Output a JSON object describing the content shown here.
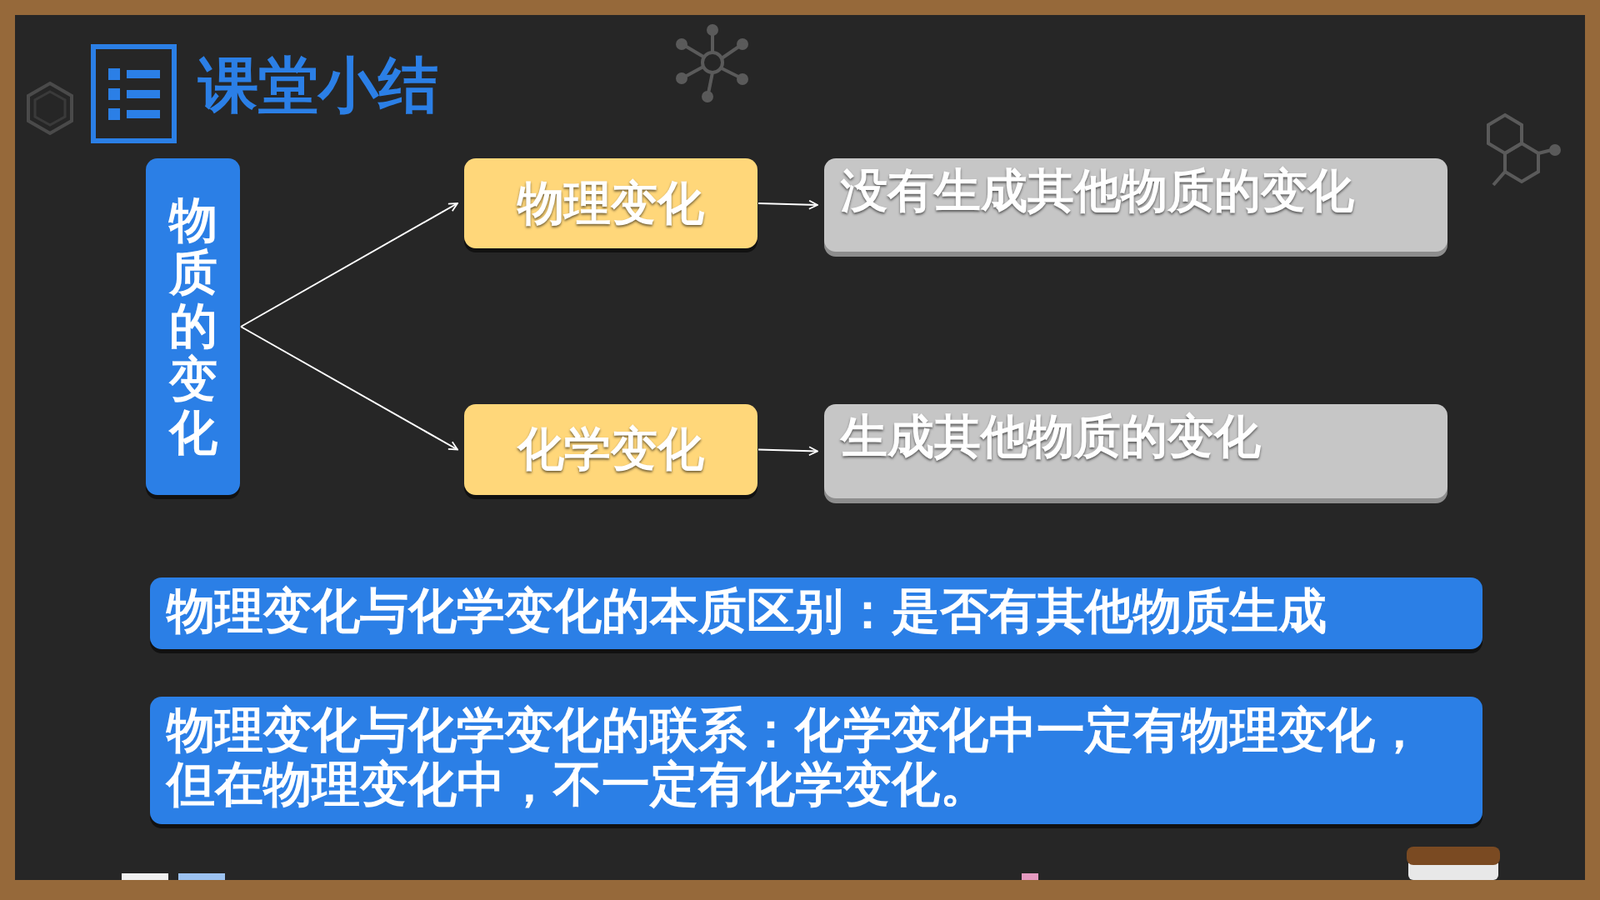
{
  "diagram": {
    "title": "课堂小结",
    "nodes": [
      {
        "text": [
          "物质的变化"
        ]
      },
      {
        "text": [
          "物理变化"
        ]
      },
      {
        "text": [
          "没有生成其他物质的变化"
        ]
      },
      {
        "text": [
          "化学变化"
        ]
      },
      {
        "text": [
          "生成其他物质的变化"
        ]
      },
      {
        "text": [
          "物理变化与化学变化的本质区别：是否有其他物质生成"
        ]
      },
      {
        "text": [
          "物理变化与化学变化的联系：化学变化中一定有物理变化，但在物理变化中，不一定有化学变化。"
        ]
      }
    ],
    "edges": [
      {
        "from": 0,
        "to": 1,
        "arrow": "to"
      },
      {
        "from": 0,
        "to": 3,
        "arrow": "to"
      },
      {
        "from": 1,
        "to": 2,
        "arrow": "to"
      },
      {
        "from": 3,
        "to": 4,
        "arrow": "to"
      }
    ]
  }
}
